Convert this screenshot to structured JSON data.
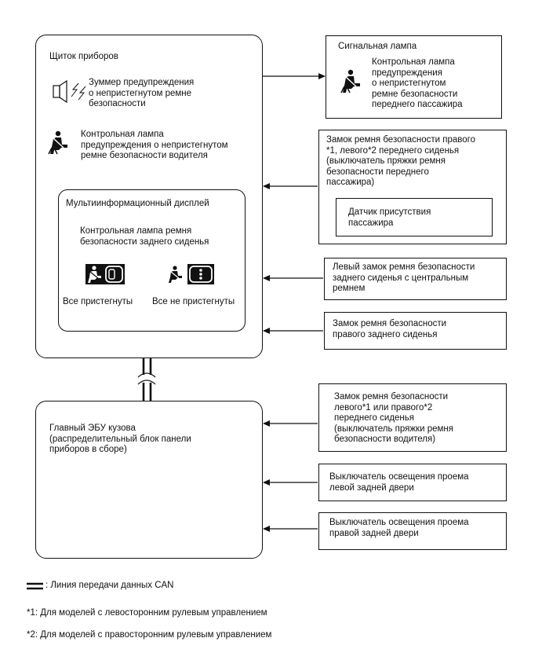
{
  "meter": {
    "title": "Щиток приборов",
    "buzzer_text": "Зуммер предупреждения\nо непристегнутом ремне\nбезопасности",
    "driver_lamp_text": "Контрольная лампа\nпредупреждения о непристегнутом\nремне безопасности водителя",
    "mid": {
      "title": "Мультиинформационный дисплей",
      "lamp_text": "Контрольная лампа ремня\nбезопасности заднего сиденья",
      "state_fastened": "Все пристегнуты",
      "state_unfastened": "Все не пристегнуты"
    }
  },
  "signal_lamp": {
    "title": "Сигнальная лампа",
    "text": "Контрольная лампа\nпредупреждения\nо непристегнутом\nремне безопасности\nпереднего пассажира"
  },
  "passenger_buckle": {
    "text": "Замок ремня безопасности правого\n*1, левого*2 переднего сиденья\n(выключатель пряжки ремня\nбезопасности переднего\nпассажира)",
    "sensor_text": "Датчик присутствия\nпассажира"
  },
  "rear_left_buckle": {
    "text": "Левый замок ремня безопасности\nзаднего сиденья с центральным\nремнем"
  },
  "rear_right_buckle": {
    "text": "Замок ремня безопасности\nправого заднего сиденья"
  },
  "body_ecu": {
    "text": "Главный ЭБУ кузова\n(распределительный блок панели\nприборов в сборе)"
  },
  "driver_buckle": {
    "text": "Замок ремня безопасности\nлевого*1 или правого*2\nпереднего сиденья\n(выключатель пряжки ремня\nбезопасности водителя)"
  },
  "left_door_switch": {
    "text": "Выключатель освещения проема\nлевой задней двери"
  },
  "right_door_switch": {
    "text": "Выключатель освещения проема\nправой задней двери"
  },
  "legend": {
    "can_line": ": Линия передачи данных CAN",
    "note1": "*1: Для моделей с левосторонним рулевым управлением",
    "note2": "*2: Для моделей с правосторонним рулевым управлением"
  }
}
